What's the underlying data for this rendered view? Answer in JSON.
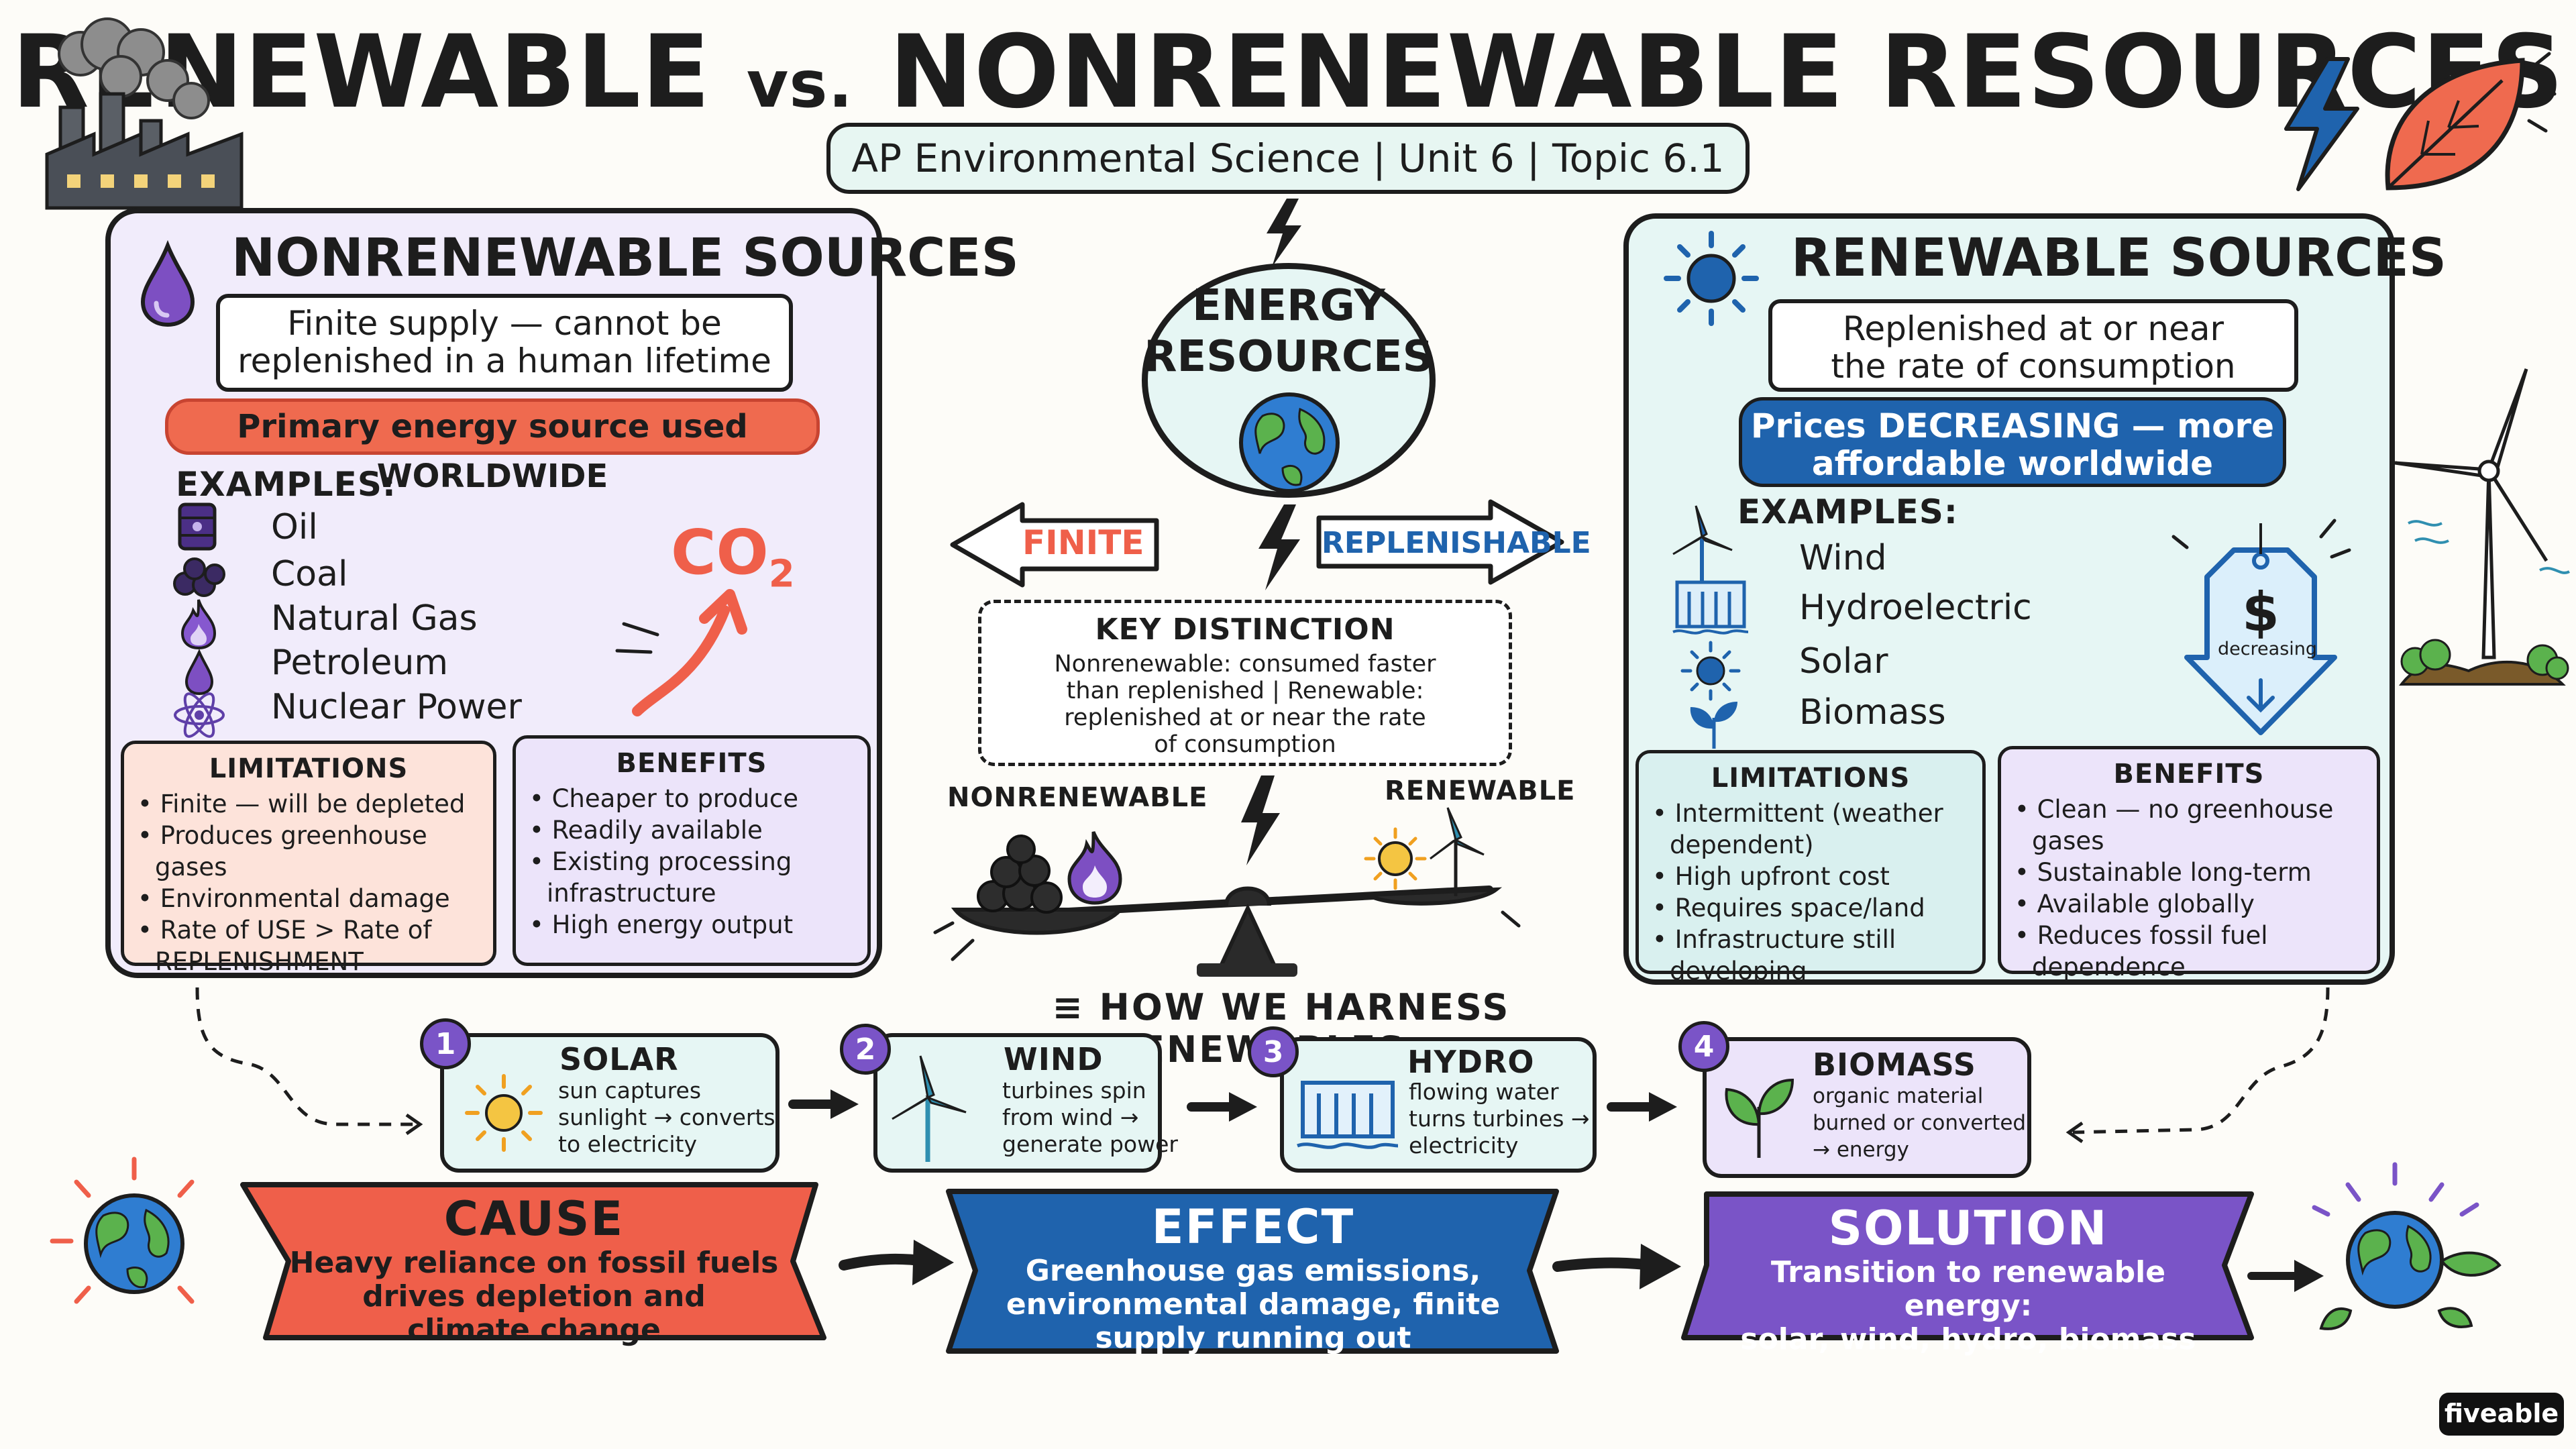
{
  "title": {
    "part1": "RENEWABLE",
    "vs": "vs.",
    "part2": "NONRENEWABLE RESOURCES"
  },
  "subtitle": "AP Environmental Science | Unit 6 | Topic 6.1",
  "nonrenewable": {
    "heading": "NONRENEWABLE SOURCES",
    "note_line1": "Finite supply — cannot be",
    "note_line2": "replenished in a human lifetime",
    "pill_prefix": "Primary energy source used ",
    "pill_emph": "WORLDWIDE",
    "examples_head": "EXAMPLES:",
    "examples": [
      "Oil",
      "Coal",
      "Natural Gas",
      "Petroleum",
      "Nuclear Power"
    ],
    "co2": "CO",
    "co2_sub": "2",
    "limitations": {
      "head": "LIMITATIONS",
      "items": [
        "Finite — will be depleted",
        "Produces greenhouse gases",
        "Environmental damage",
        "Rate of USE > Rate of REPLENISHMENT"
      ]
    },
    "benefits": {
      "head": "BENEFITS",
      "items": [
        "Cheaper to produce",
        "Readily available",
        "Existing processing infrastructure",
        "High energy output"
      ]
    }
  },
  "renewable": {
    "heading": "RENEWABLE SOURCES",
    "note_line1": "Replenished at or near",
    "note_line2": "the rate of consumption",
    "pill_line1": "Prices DECREASING — more",
    "pill_line2": "affordable worldwide",
    "examples_head": "EXAMPLES:",
    "examples": [
      "Wind",
      "Hydroelectric",
      "Solar",
      "Biomass"
    ],
    "price_tag": "decreasing",
    "limitations": {
      "head": "LIMITATIONS",
      "items": [
        "Intermittent (weather dependent)",
        "High upfront cost",
        "Requires space/land",
        "Infrastructure still developing"
      ]
    },
    "benefits": {
      "head": "BENEFITS",
      "items": [
        "Clean — no greenhouse gases",
        "Sustainable long-term",
        "Available globally",
        "Reduces fossil fuel dependence"
      ]
    }
  },
  "center": {
    "bubble_line1": "ENERGY",
    "bubble_line2": "RESOURCES",
    "finite": "FINITE",
    "replenishable": "REPLENISHABLE",
    "key_title": "KEY DISTINCTION",
    "key_line1": "Nonrenewable: consumed faster",
    "key_line2": "than replenished | Renewable:",
    "key_line3": "replenished at or near the rate",
    "key_line4": "of consumption",
    "scale_left": "NONRENEWABLE",
    "scale_right": "RENEWABLE"
  },
  "harness": {
    "title": "HOW WE HARNESS RENEWABLES",
    "steps": [
      {
        "num": "1",
        "head": "SOLAR",
        "l1": "sun captures",
        "l2": "sunlight → converts",
        "l3": "to electricity"
      },
      {
        "num": "2",
        "head": "WIND",
        "l1": "turbines spin",
        "l2": "from wind →",
        "l3": "generate power"
      },
      {
        "num": "3",
        "head": "HYDRO",
        "l1": "flowing water",
        "l2": "turns turbines →",
        "l3": "electricity"
      },
      {
        "num": "4",
        "head": "BIOMASS",
        "l1": "organic material",
        "l2": "burned or converted",
        "l3": "→ energy"
      }
    ]
  },
  "banners": {
    "cause": {
      "head": "CAUSE",
      "l1": "Heavy reliance on fossil fuels",
      "l2": "drives depletion and",
      "l3": "climate change"
    },
    "effect": {
      "head": "EFFECT",
      "l1": "Greenhouse gas emissions,",
      "l2": "environmental damage, finite",
      "l3": "supply running out"
    },
    "solution": {
      "head": "SOLUTION",
      "l1": "Transition to renewable energy:",
      "l2": "solar, wind, hydro, biomass"
    }
  },
  "brand": "fiveable",
  "colors": {
    "nonrenewable_bg": "#f1ecfb",
    "renewable_bg": "#e6f6f4",
    "cause_red": "#ef5f4a",
    "effect_blue": "#1f63ad",
    "solution_purple": "#7a54c7",
    "limitations_bg": "#fde3da",
    "benefits_bg": "#ece4fa",
    "ren_limitations_bg": "#d9f0ef"
  }
}
